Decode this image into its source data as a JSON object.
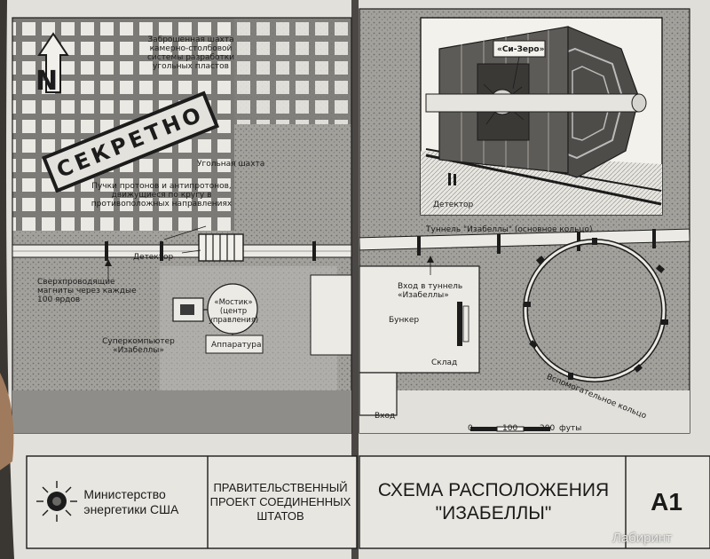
{
  "map": {
    "north_label": "N",
    "stamp": "СЕКРЕТНО",
    "labels": {
      "abandoned_mine": "Заброшенная шахта камерно-столбовой системы разработки угольных пластов",
      "coal_shaft": "Угольная шахта",
      "beams": "Пучки протонов и антипротонов, движущиеся по кругу в противоположных направлениях",
      "detector_left": "Детектор",
      "magnets": "Сверхпроводящие магниты через каждые 100 ярдов",
      "bridge": "«Мостик» (центр управления)",
      "supercomputer": "Суперкомпьютер «Изабеллы»",
      "apparatus": "Аппаратура",
      "tunnel": "Туннель \"Изабеллы\" (основное кольцо)",
      "tunnel_entrance": "Вход в туннель «Изабеллы»",
      "bunker": "Бункер",
      "warehouse": "Склад",
      "entrance": "Вход",
      "aux_ring": "Вспомогательное кольцо",
      "detector_inset": "Детектор",
      "c_zero": "«Си-Зеро»"
    },
    "scale": {
      "ticks": [
        "0",
        "100",
        "200"
      ],
      "unit": "футы"
    }
  },
  "title_block": {
    "ministry": "Министерство энергетики США",
    "project": "ПРАВИТЕЛЬСТВЕННЫЙ ПРОЕКТ СОЕДИНЕННЫХ ШТАТОВ",
    "scheme": "СХЕМА РАСПОЛОЖЕНИЯ \"ИЗАБЕЛЛЫ\"",
    "sheet": "A1"
  },
  "watermark": "Лабиринт",
  "colors": {
    "paper": "#e4e2dc",
    "ink": "#1c1c1c",
    "gray_zone": "#9e9c98"
  }
}
